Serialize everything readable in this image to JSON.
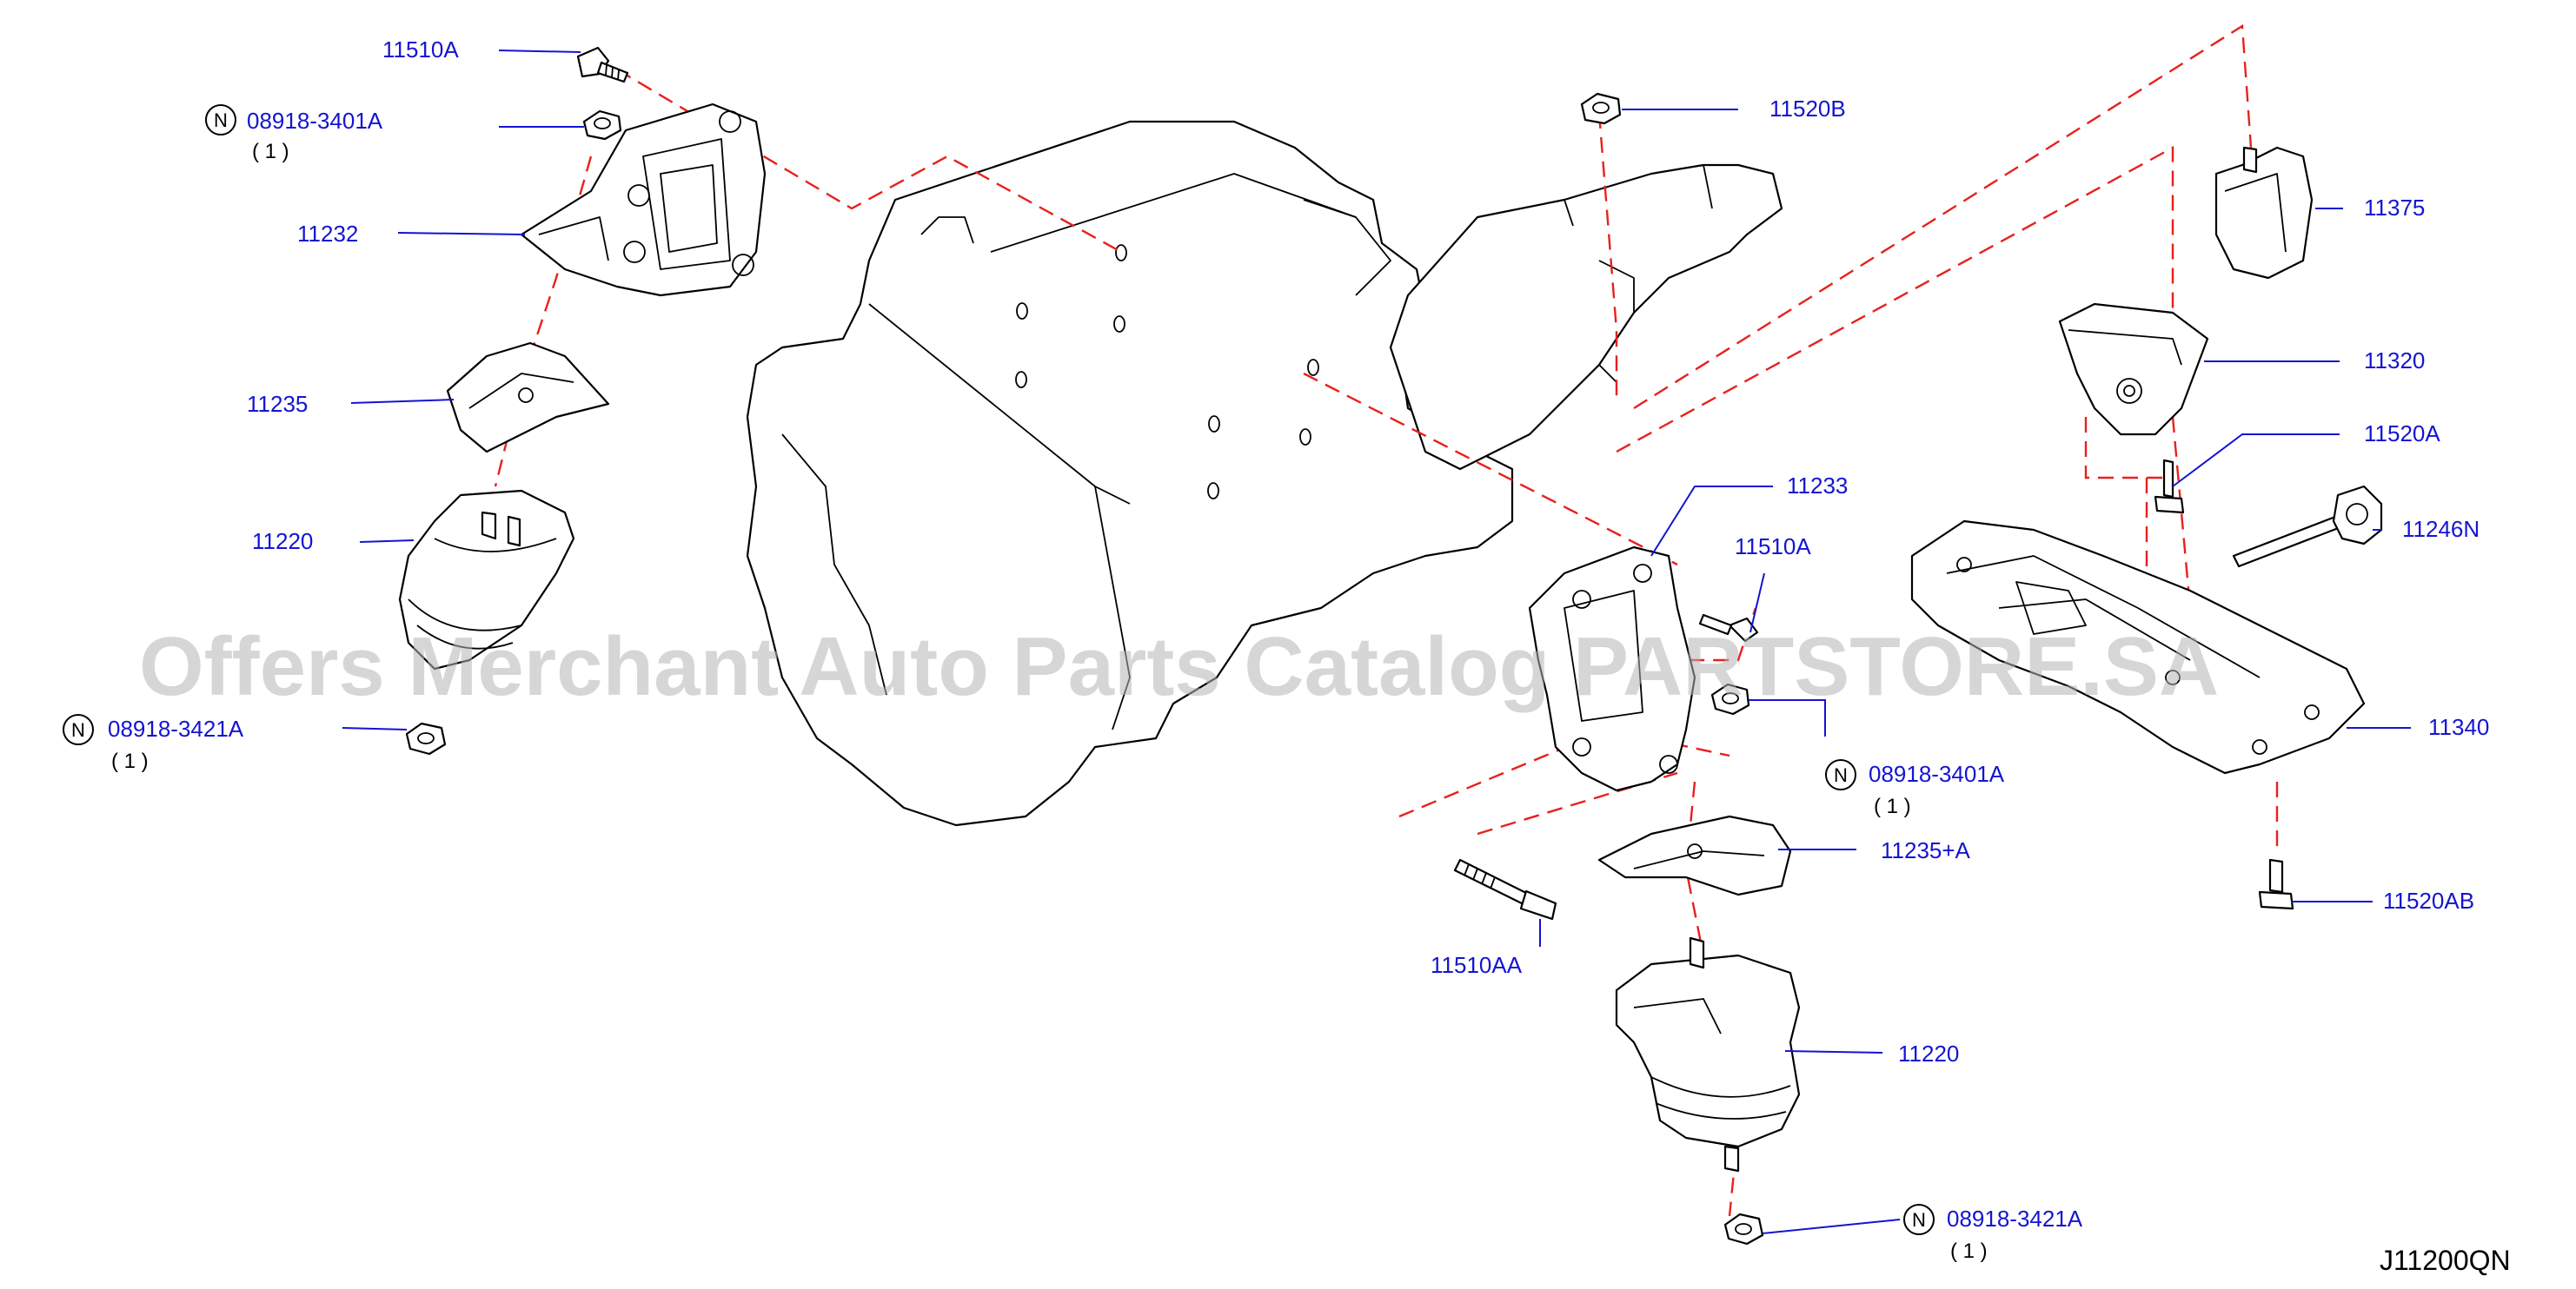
{
  "diagram_code": "J11200QN",
  "watermark": "Offers Merchant Auto Parts Catalog PARTSTORE.SA",
  "colors": {
    "label": "#1414d2",
    "dashed_guides": "#e8201c",
    "watermark": "#b4b4b4"
  },
  "callouts": {
    "p11510A_top": "11510A",
    "p08918_3401A_left": "08918-3401A",
    "p08918_3401A_left_qty": "( 1 )",
    "p11232": "11232",
    "p11235": "11235",
    "p11220_left": "11220",
    "p08918_3421A_left": "08918-3421A",
    "p08918_3421A_left_qty": "( 1 )",
    "p11520B": "11520B",
    "p11375": "11375",
    "p11320": "11320",
    "p11520A": "11520A",
    "p11246N": "11246N",
    "p11233": "11233",
    "p11510A_right": "11510A",
    "p11340": "11340",
    "p08918_3401A_right": "08918-3401A",
    "p08918_3401A_right_qty": "( 1 )",
    "p11235A": "11235+A",
    "p11520AB": "11520AB",
    "p11510AA": "11510AA",
    "p11220_right": "11220",
    "p08918_3421A_right": "08918-3421A",
    "p08918_3421A_right_qty": "( 1 )",
    "n_marker": "N"
  }
}
